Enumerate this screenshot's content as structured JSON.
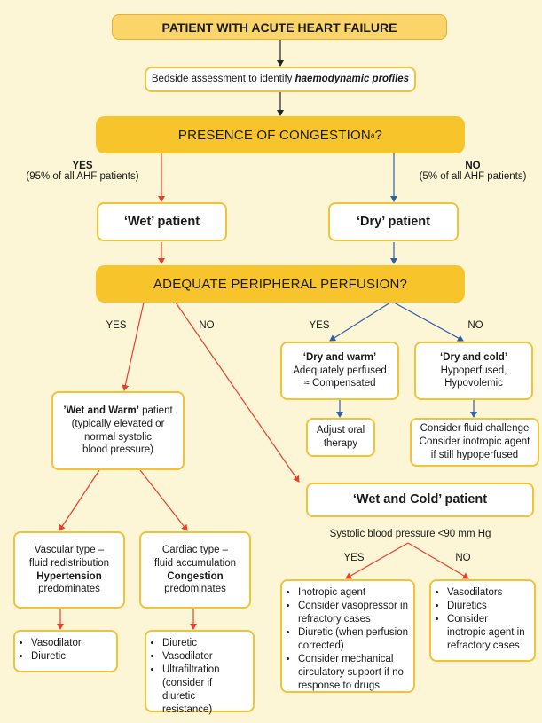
{
  "title": "PATIENT WITH ACUTE HEART FAILURE",
  "assessment": {
    "prefix": "Bedside assessment to identify ",
    "emphasis": "haemodynamic profiles"
  },
  "congestion": {
    "question": "PRESENCE OF CONGESTION",
    "superscript": "a",
    "suffix": "?"
  },
  "yes1": {
    "label": "YES",
    "note": "(95% of all AHF patients)"
  },
  "no1": {
    "label": "NO",
    "note": "(5% of all AHF patients)"
  },
  "wet_patient": "‘Wet’ patient",
  "dry_patient": "‘Dry’ patient",
  "perfusion": "ADEQUATE PERIPHERAL PERFUSION?",
  "wet_yes": "YES",
  "wet_no": "NO",
  "dry_yes": "YES",
  "dry_no": "NO",
  "dry_warm": {
    "title": "‘Dry and warm’",
    "line1": "Adequately perfused",
    "line2": "≈ Compensated"
  },
  "dry_cold": {
    "title": "‘Dry and cold’",
    "line1": "Hypoperfused,",
    "line2": "Hypovolemic"
  },
  "adjust": {
    "line1": "Adjust oral",
    "line2": "therapy"
  },
  "fluid": {
    "line1": "Consider fluid challenge",
    "line2": "Consider inotropic agent",
    "line3": "if still hypoperfused"
  },
  "wet_warm": {
    "title": "’Wet and Warm’",
    "title_suffix": " patient",
    "line1": "(typically elevated or",
    "line2": "normal systolic",
    "line3": "blood pressure)"
  },
  "wet_cold": "‘Wet and Cold’ patient",
  "sbp": "Systolic blood pressure <90 mm Hg",
  "sbp_yes": "YES",
  "sbp_no": "NO",
  "vascular": {
    "line1": "Vascular type –",
    "line2": "fluid redistribution",
    "emph": "Hypertension",
    "line3": "predominates"
  },
  "cardiac": {
    "line1": "Cardiac type –",
    "line2": "fluid accumulation",
    "emph": "Congestion",
    "line3": "predominates"
  },
  "vascular_tx": [
    "Vasodilator",
    "Diuretic"
  ],
  "cardiac_tx": [
    "Diuretic",
    "Vasodilator",
    "Ultrafiltration (consider if diuretic resistance)"
  ],
  "cold_yes_tx": [
    "Inotropic agent",
    "Consider vasopressor in refractory cases",
    "Diuretic (when perfusion corrected)",
    "Consider mechanical circulatory support if no response to drugs"
  ],
  "cold_no_tx": [
    "Vasodilators",
    "Diuretics",
    "Consider inotropic agent in refractory cases"
  ],
  "colors": {
    "red_arrow": "#e8402a",
    "blue_arrow": "#2b5fa8",
    "black_arrow": "#222222",
    "banner": "#f7c52b",
    "box_border": "#f2c238",
    "background": "#fdf6d6"
  }
}
